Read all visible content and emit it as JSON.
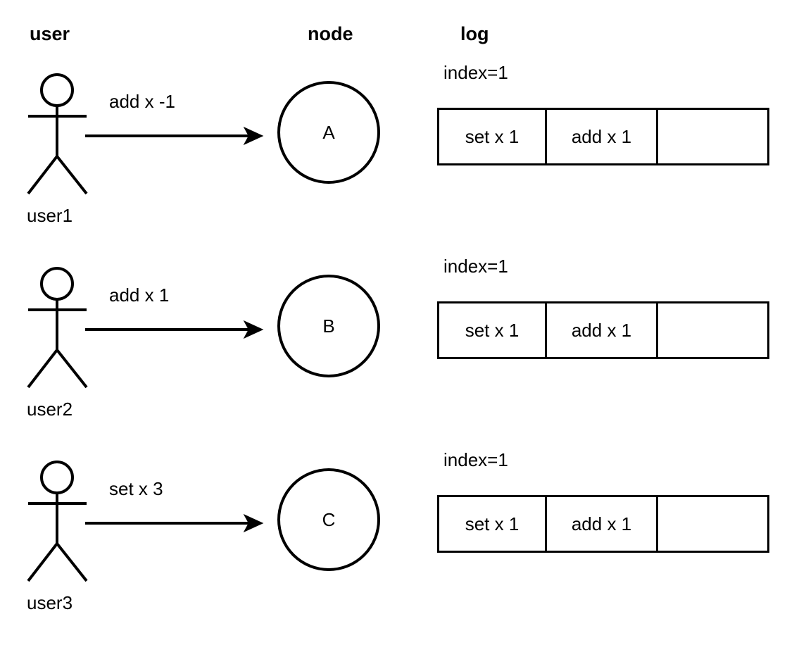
{
  "columns": {
    "user_header": "user",
    "node_header": "node",
    "log_header": "log"
  },
  "theme": {
    "background": "#ffffff",
    "stroke": "#000000",
    "text": "#000000"
  },
  "log_columns": [
    "entry-0",
    "entry-1",
    "entry-2"
  ],
  "rows": [
    {
      "actor_label": "user1",
      "message": "add x -1",
      "node_label": "A",
      "log": {
        "index_label": "index=1",
        "entries": [
          "set x 1",
          "add x 1",
          ""
        ]
      }
    },
    {
      "actor_label": "user2",
      "message": "add x 1",
      "node_label": "B",
      "log": {
        "index_label": "index=1",
        "entries": [
          "set x 1",
          "add x 1",
          ""
        ]
      }
    },
    {
      "actor_label": "user3",
      "message": "set x 3",
      "node_label": "C",
      "log": {
        "index_label": "index=1",
        "entries": [
          "set x 1",
          "add x 1",
          ""
        ]
      }
    }
  ]
}
